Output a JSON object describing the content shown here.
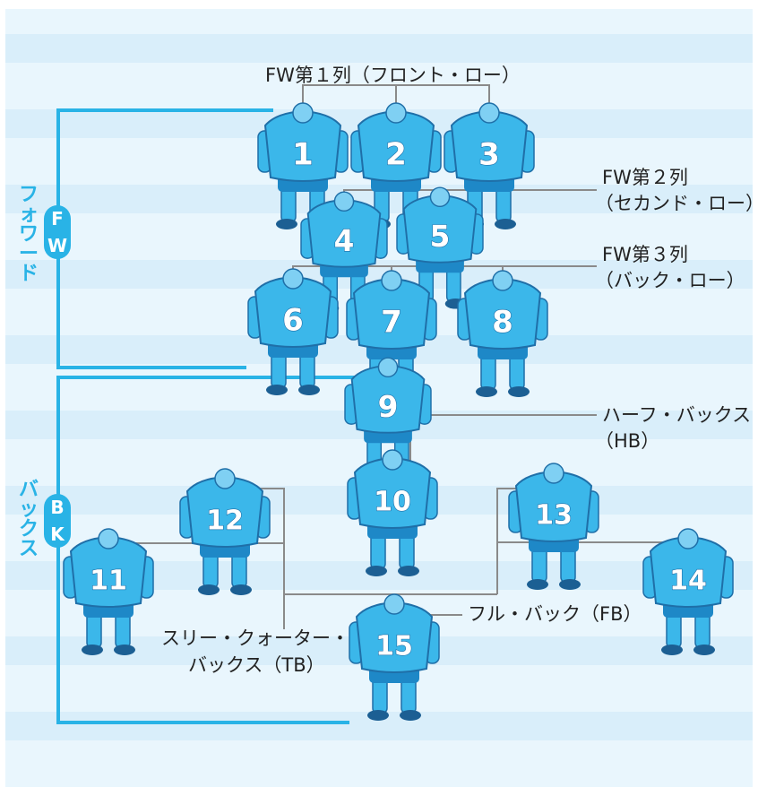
{
  "groups": {
    "forward": {
      "title": "フォワード",
      "badge": [
        "F",
        "W"
      ]
    },
    "backs": {
      "title": "バックス",
      "badge": [
        "B",
        "K"
      ]
    }
  },
  "labels": {
    "fw1": "FW第１列（フロント・ロー）",
    "fw2_line1": "FW第２列",
    "fw2_line2": "（セカンド・ロー）",
    "fw3_line1": "FW第３列",
    "fw3_line2": "（バック・ロー）",
    "hb_line1": "ハーフ・バックス",
    "hb_line2": "（HB）",
    "tb_line1": "スリー・クォーター・",
    "tb_line2": "バックス（TB）",
    "fb": "フル・バック（FB）"
  },
  "players": [
    "1",
    "2",
    "3",
    "4",
    "5",
    "6",
    "7",
    "8",
    "9",
    "10",
    "11",
    "12",
    "13",
    "14",
    "15"
  ],
  "colors": {
    "accent": "#29b3e6",
    "jersey": "#3bb7ea",
    "jersey_dark": "#1e88c7",
    "stripe": "#d9eefa",
    "line": "#8a8a8a"
  }
}
